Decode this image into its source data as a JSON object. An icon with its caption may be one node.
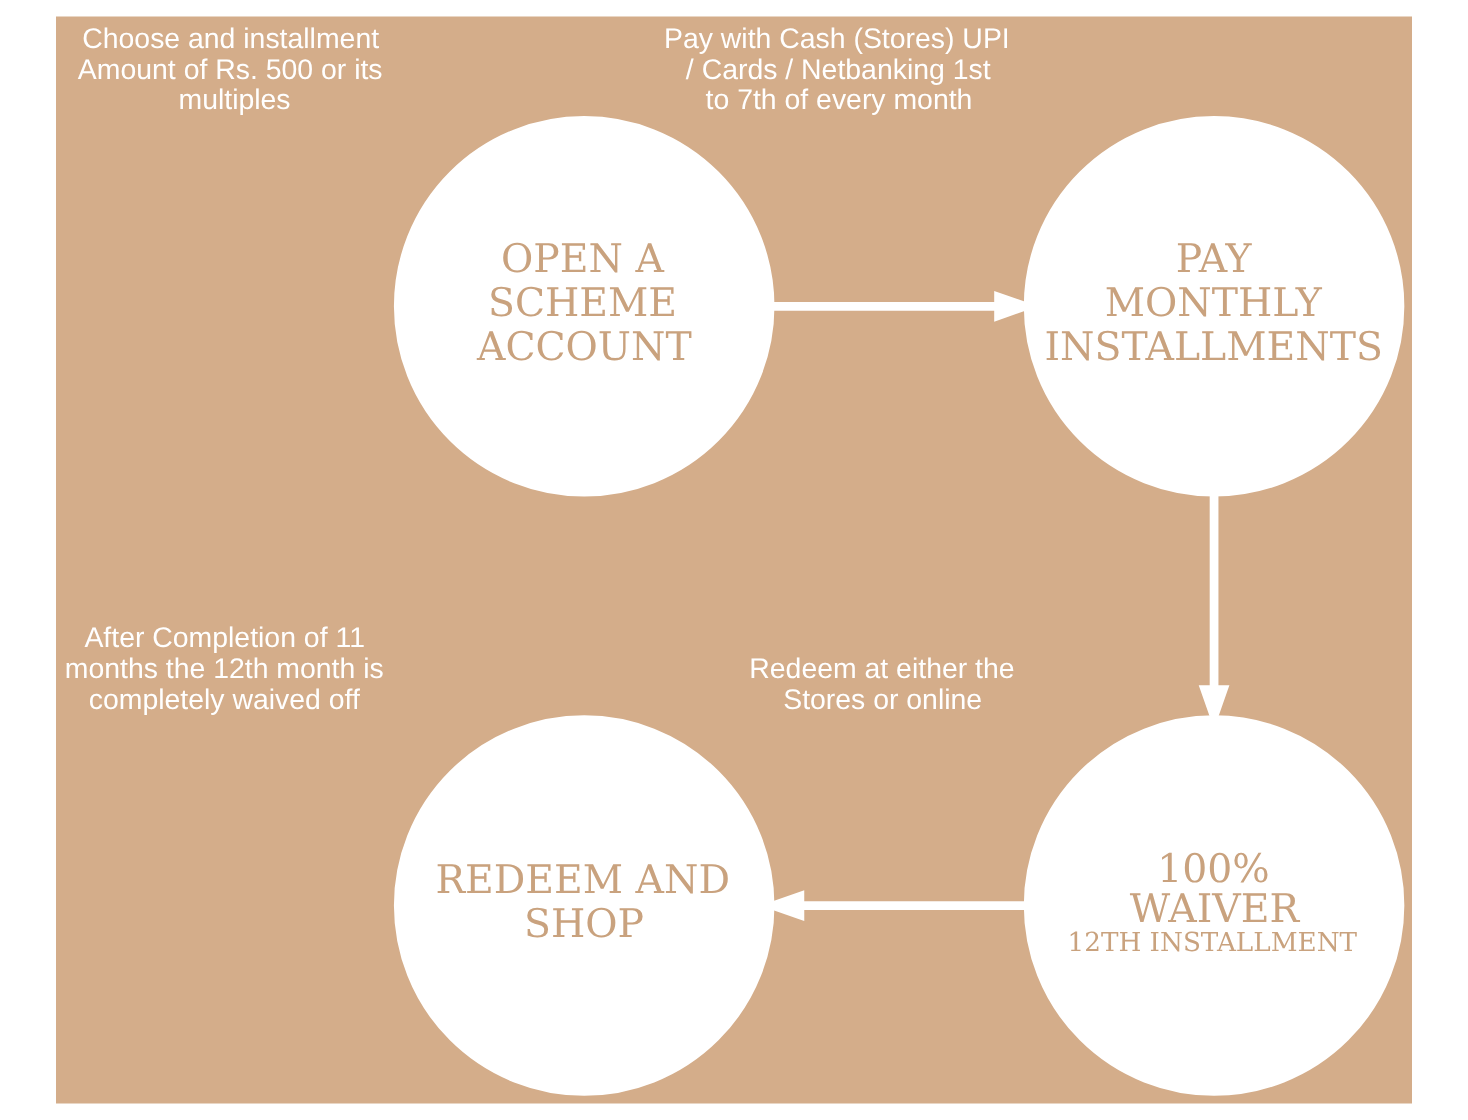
{
  "diagram": {
    "nodes": [
      {
        "text": [
          "OPEN A SCHEME ACCOUNT"
        ],
        "beside": [
          "Choose and installment Amount of Rs. 500 or its multiples"
        ]
      },
      {
        "text": [
          "PAY MONTHLY INSTALLMENTS"
        ],
        "beside": [
          "Pay with Cash (Stores) UPI / Cards / Netbanking 1st to 7th of every month"
        ]
      },
      {
        "text": [
          "100% WAIVER",
          "12TH INSTALLMENT"
        ],
        "beside": [
          "Redeem at either the Stores or online"
        ]
      },
      {
        "text": [
          "REDEEM AND SHOP"
        ],
        "beside": [
          "After Completion of 11 months the 12th month is completely waived off"
        ]
      }
    ],
    "edges": [
      {
        "from": 0,
        "to": 1,
        "arrow": "to"
      },
      {
        "from": 1,
        "to": 2,
        "arrow": "to"
      },
      {
        "from": 2,
        "to": 3,
        "arrow": "to"
      }
    ]
  }
}
